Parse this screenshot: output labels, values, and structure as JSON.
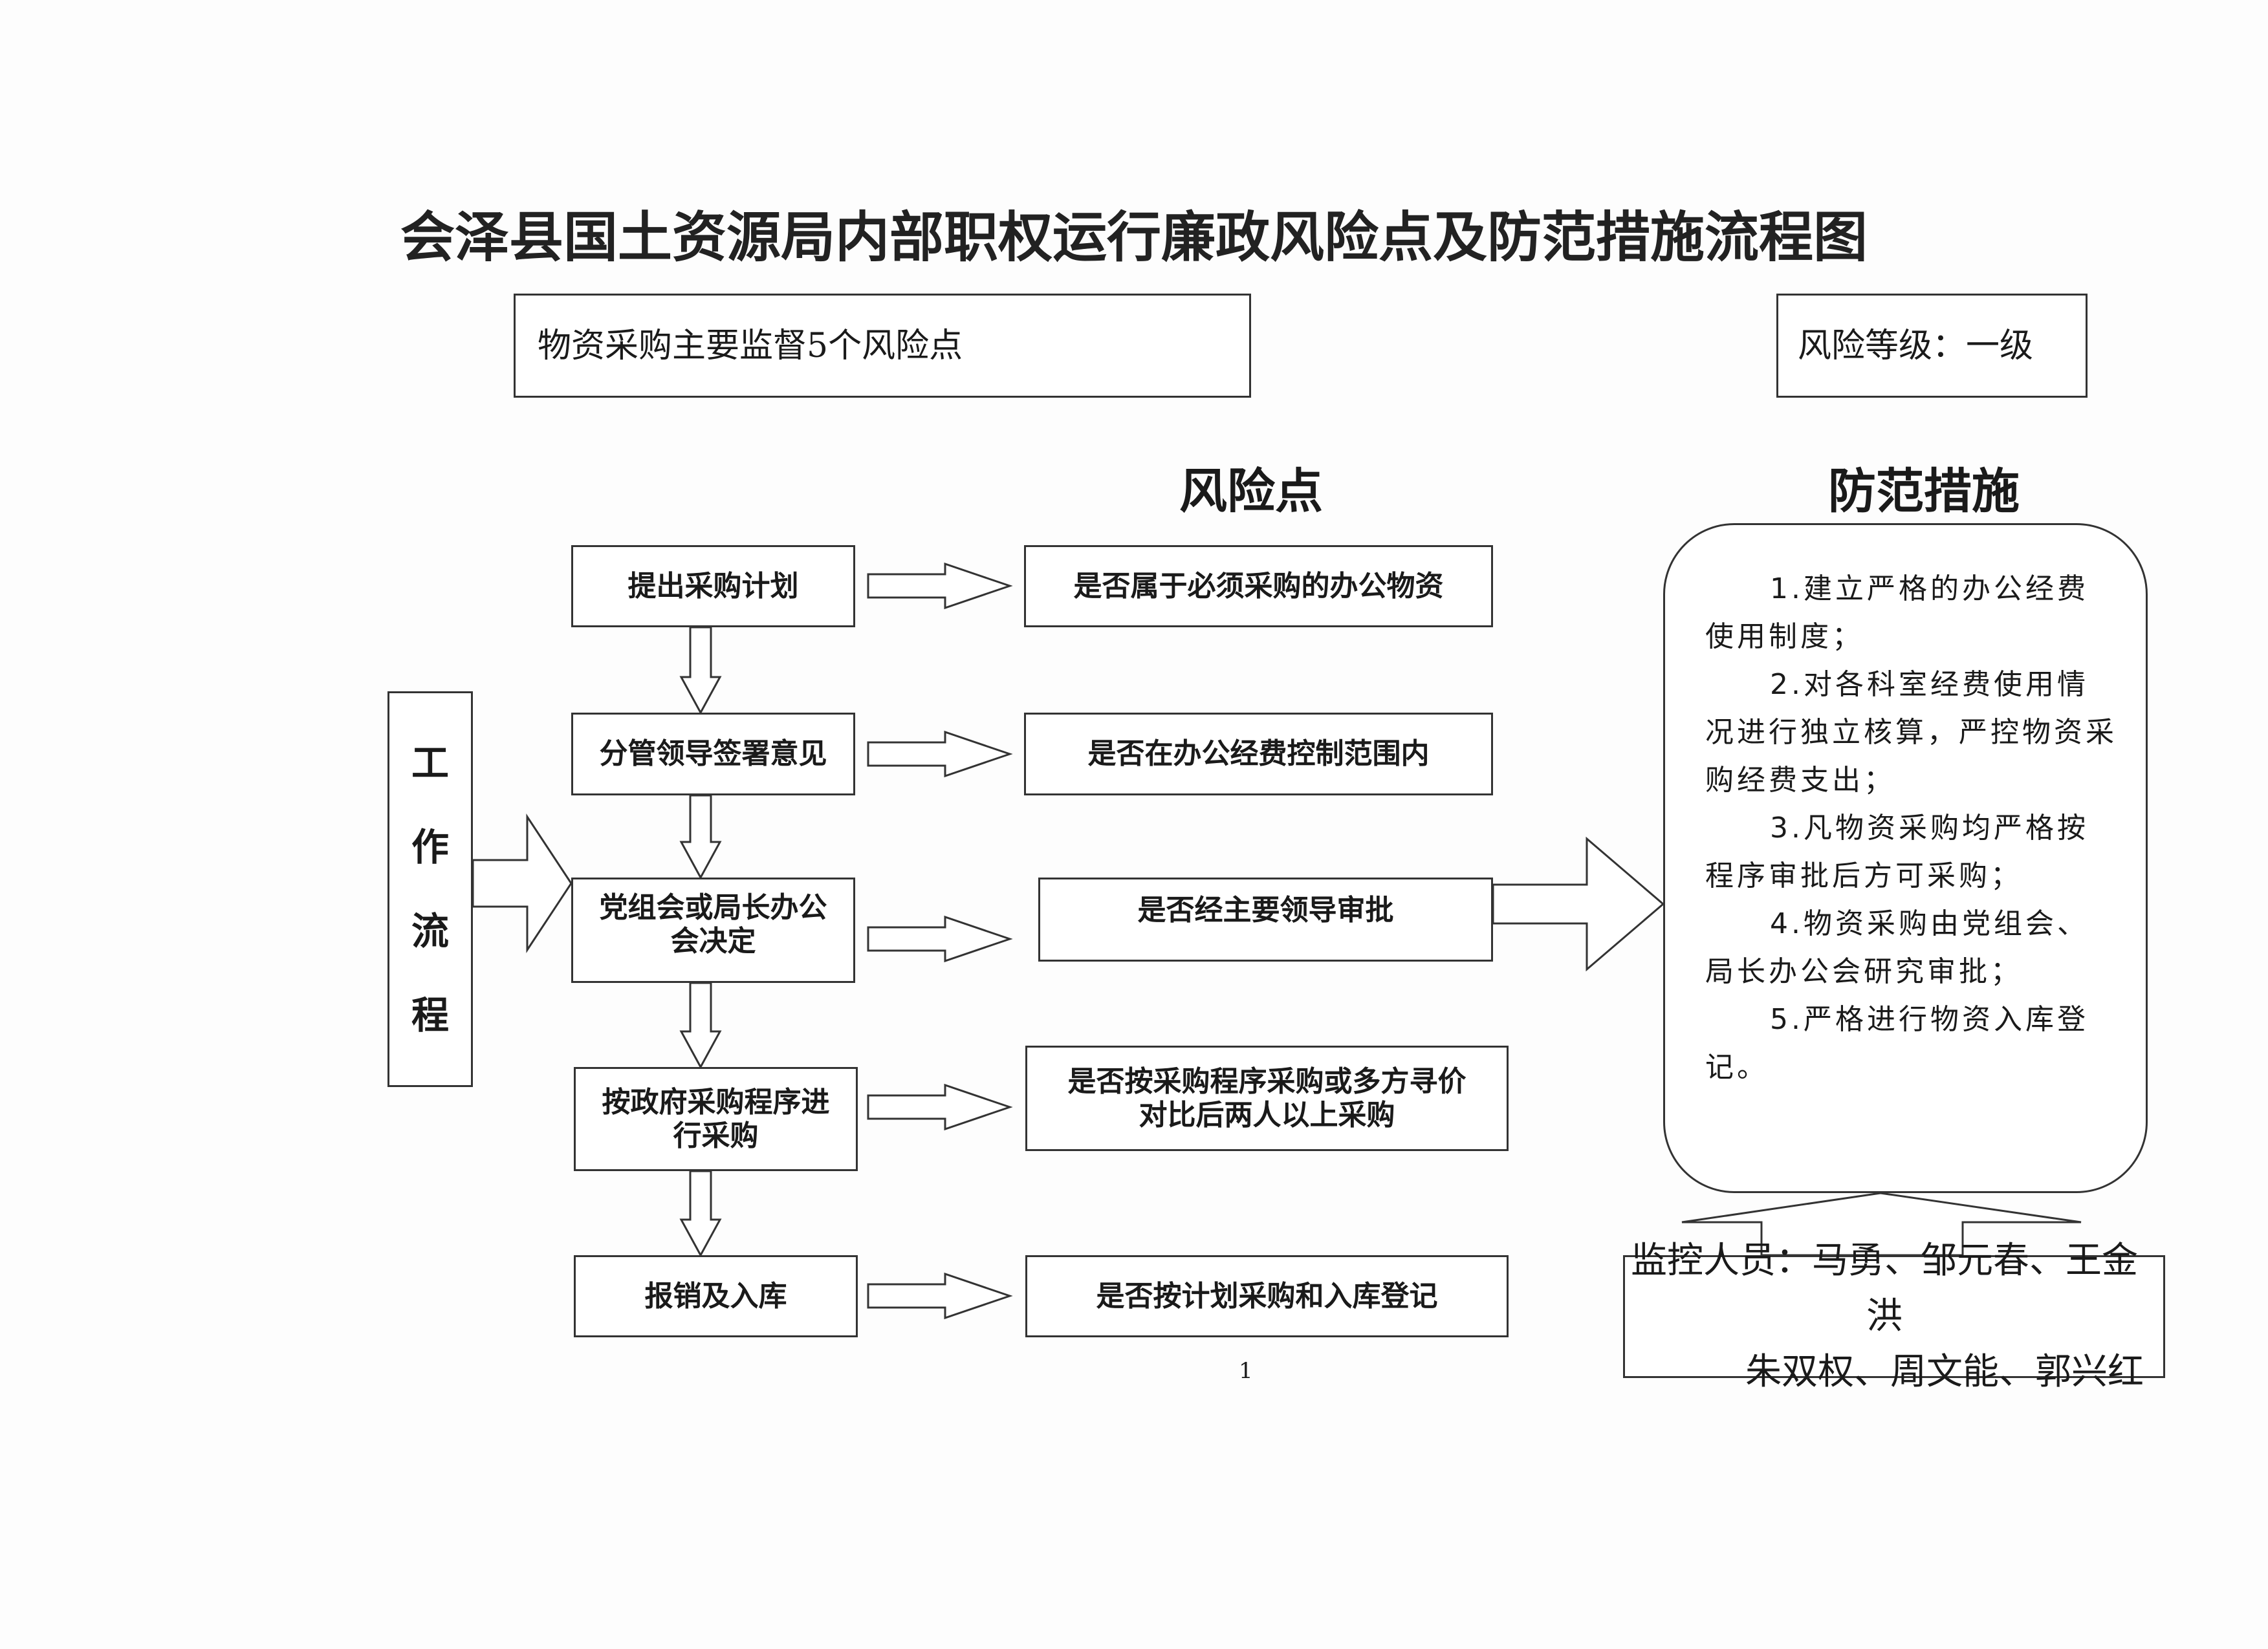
{
  "title": "会泽县国土资源局内部职权运行廉政风险点及防范措施流程图",
  "header": {
    "summary": "物资采购主要监督5个风险点",
    "risk_level": "风险等级：一级"
  },
  "columns": {
    "risk_points": "风险点",
    "measures": "防范措施"
  },
  "workflow_label": [
    "工",
    "作",
    "流",
    "程"
  ],
  "steps": [
    {
      "label": "提出采购计划",
      "risk": "是否属于必须采购的办公物资"
    },
    {
      "label": "分管领导签署意见",
      "risk": "是否在办公经费控制范围内"
    },
    {
      "label": "党组会或局长办公会决定",
      "risk": "是否经主要领导审批"
    },
    {
      "label": "按政府采购程序进行采购",
      "risk": "是否按采购程序采购或多方寻价对比后两人以上采购"
    },
    {
      "label": "报销及入库",
      "risk": "是否按计划采购和入库登记"
    }
  ],
  "measures": [
    "1.建立严格的办公经费使用制度；",
    "2.对各科室经费使用情况进行独立核算，严控物资采购经费支出；",
    "3.凡物资采购均严格按程序审批后方可采购；",
    "4.物资采购由党组会、局长办公会研究审批；",
    "5.严格进行物资入库登记。"
  ],
  "supervisors": {
    "line1": "监控人员：马勇、邹元春、王金洪",
    "line2": "朱双权、周文能、郭兴红"
  },
  "page_number": "1"
}
